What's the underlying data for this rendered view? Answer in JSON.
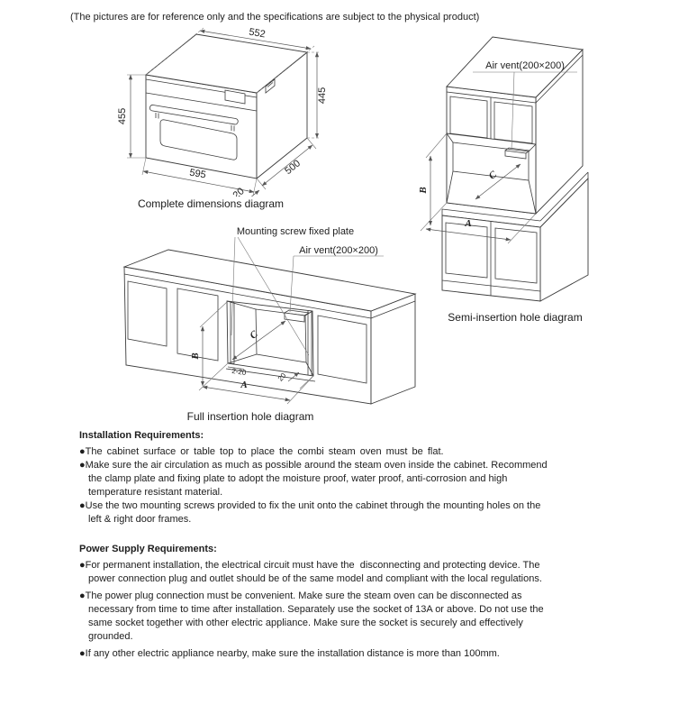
{
  "page": {
    "disclaimer": "(The pictures are for reference only and the specifications are subject to the physical product)"
  },
  "diagrams": {
    "complete": {
      "caption": "Complete dimensions diagram",
      "top_width": "552",
      "left_height": "455",
      "right_height": "445",
      "front_width": "595",
      "depth": "500",
      "bottom_offset": "20"
    },
    "semi": {
      "caption": "Semi-insertion hole diagram",
      "air_vent": "Air vent(200×200)",
      "dim_a": "A",
      "dim_b": "B",
      "dim_c": "C"
    },
    "full": {
      "caption": "Full insertion hole diagram",
      "mounting_plate": "Mounting screw fixed plate",
      "air_vent": "Air vent(200×200)",
      "dim_a": "A",
      "dim_b": "B",
      "dim_c": "C",
      "plate_dim": "2-20",
      "depth_offset": "20"
    }
  },
  "installation": {
    "heading": "Installation Requirements:",
    "bullets": [
      [
        "●The cabinet surface or table top to place the combi steam oven must be flat."
      ],
      [
        "●Make sure the air circulation as much as possible around the steam oven inside the cabinet. Recommend",
        "the clamp plate and fixing plate to adopt the moisture proof, water proof, anti-corrosion and high",
        "temperature resistant material."
      ],
      [
        "●Use the two mounting screws provided to fix the unit onto the cabinet through the mounting holes on the",
        "left & right door frames."
      ]
    ]
  },
  "power": {
    "heading": "Power Supply Requirements:",
    "bullets": [
      [
        "●For permanent installation, the electrical circuit must have the  disconnecting and protecting device. The",
        "power connection plug and outlet should be of the same model and compliant with the local regulations."
      ],
      [
        "●The power plug connection must be convenient. Make sure the steam oven can be disconnected as",
        "necessary from time to time after installation. Separately use the socket of 13A or above. Do not use the",
        "same socket together with other electric appliance. Make sure the socket is securely and effectively",
        "grounded."
      ],
      [
        "●If any other electric appliance nearby, make sure the installation distance is more than 100mm."
      ]
    ]
  }
}
